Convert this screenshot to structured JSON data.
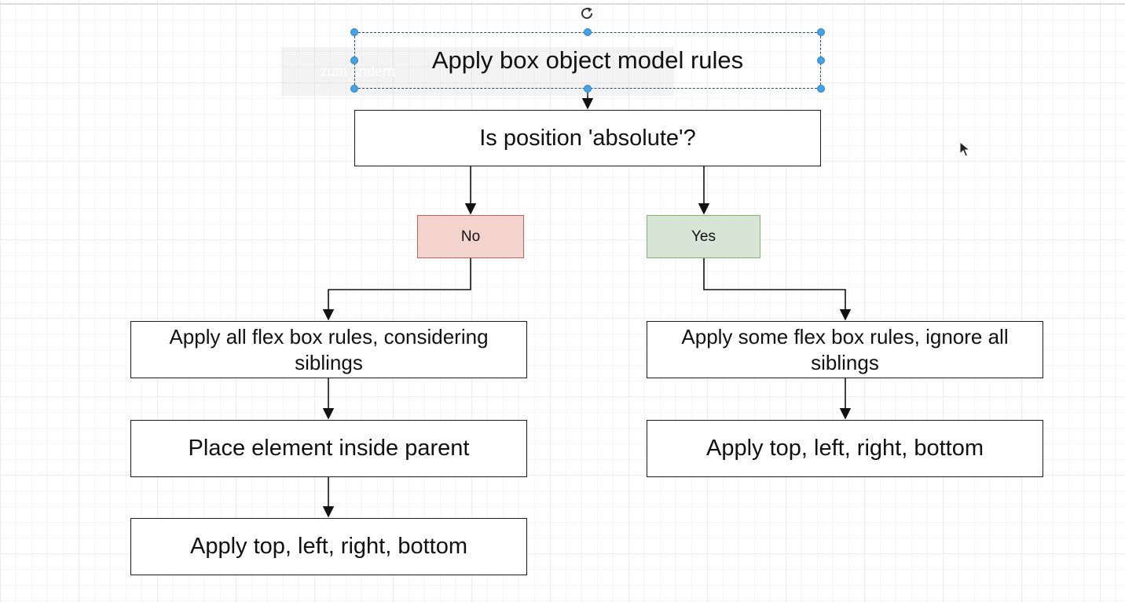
{
  "diagram": {
    "tooltip_text": "zum ändern",
    "nodes": {
      "start": "Apply box object model rules",
      "decision": "Is position 'absolute'?",
      "no": "No",
      "yes": "Yes",
      "no_flex": "Apply all flex box rules, considering siblings",
      "no_place": "Place element inside parent",
      "no_offsets": "Apply top, left, right, bottom",
      "yes_flex": "Apply some flex box rules, ignore all siblings",
      "yes_offsets": "Apply top, left, right, bottom"
    },
    "edges": [
      {
        "from": "start",
        "to": "decision"
      },
      {
        "from": "decision",
        "to": "no"
      },
      {
        "from": "decision",
        "to": "yes"
      },
      {
        "from": "no",
        "to": "no_flex"
      },
      {
        "from": "no_flex",
        "to": "no_place"
      },
      {
        "from": "no_place",
        "to": "no_offsets"
      },
      {
        "from": "yes",
        "to": "yes_flex"
      },
      {
        "from": "yes_flex",
        "to": "yes_offsets"
      }
    ],
    "selected_node": "start",
    "colors": {
      "no_fill": "#f4d3ce",
      "no_border": "#c0645b",
      "yes_fill": "#d7e5d6",
      "yes_border": "#7fb46c",
      "selection_handle": "#45a2e6"
    },
    "icons": [
      "rotate-handle-icon",
      "mouse-cursor-icon"
    ]
  }
}
